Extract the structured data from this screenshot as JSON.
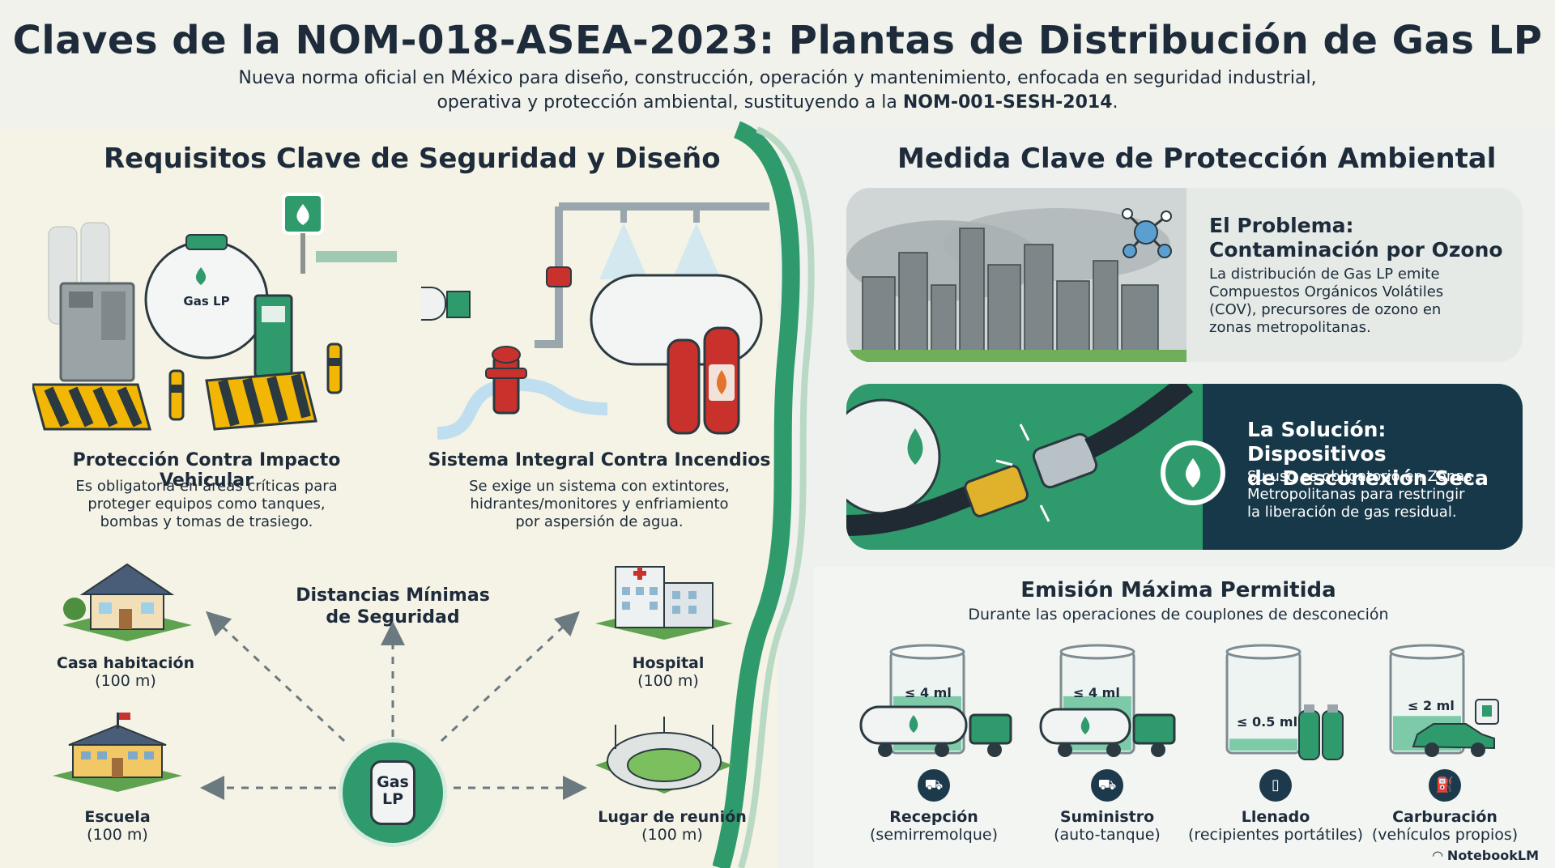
{
  "header": {
    "title": "Claves de la NOM-018-ASEA-2023: Plantas de Distribución de Gas LP",
    "subtitle_line1": "Nueva norma oficial en México para diseño, construcción, operación y mantenimiento, enfocada en seguridad industrial,",
    "subtitle_line2_prefix": "operativa y protección ambiental, sustituyendo a la ",
    "subtitle_line2_bold": "NOM-001-SESH-2014",
    "subtitle_line2_suffix": "."
  },
  "left": {
    "section_title": "Requisitos Clave de Seguridad y Diseño",
    "tank_label": "Gas LP",
    "impact": {
      "title": "Protección Contra Impacto Vehicular",
      "desc_line1": "Es obligatoria en áreas críticas para",
      "desc_line2": "proteger equipos como tanques,",
      "desc_line3": "bombas y tomas de trasiego."
    },
    "fire": {
      "title": "Sistema Integral Contra Incendios",
      "desc_line1": "Se exige un sistema con extintores,",
      "desc_line2": "hidrantes/monitores y enfriamiento",
      "desc_line3": "por aspersión de agua."
    },
    "distances": {
      "title_line1": "Distancias Mínimas",
      "title_line2": "de Seguridad",
      "center_label_line1": "Gas",
      "center_label_line2": "LP",
      "places": [
        {
          "name": "Casa habitación",
          "distance": "(100 m)"
        },
        {
          "name": "Hospital",
          "distance": "(100 m)"
        },
        {
          "name": "Escuela",
          "distance": "(100 m)"
        },
        {
          "name": "Lugar de reunión",
          "distance": "(100 m)"
        }
      ]
    }
  },
  "right": {
    "section_title": "Medida Clave de Protección Ambiental",
    "problem": {
      "head_line1": "El Problema:",
      "head_line2": "Contaminación por Ozono",
      "body_line1": "La distribución de Gas LP emite",
      "body_line2": "Compuestos Orgánicos Volátiles",
      "body_line3": "(COV), precursores de ozono en",
      "body_line4": "zonas metropolitanas."
    },
    "solution": {
      "head_line1": "La Solución: Dispositivos",
      "head_line2": "de Desconexión Seca",
      "body_line1": "Su uso es obligatorio en Zonas",
      "body_line2": "Metropolitanas para restringir",
      "body_line3": "la liberación de gas residual."
    },
    "emission": {
      "title": "Emisión Máxima Permitida",
      "subtitle": "Durante las operaciones de couplones de desconeción",
      "operations": [
        {
          "limit": "≤ 4 ml",
          "name": "Recepción",
          "detail": "(semirremolque)",
          "fill": 0.55
        },
        {
          "limit": "≤ 4 ml",
          "name": "Suministro",
          "detail": "(auto-tanque)",
          "fill": 0.55
        },
        {
          "limit": "≤ 0.5 ml",
          "name": "Llenado",
          "detail": "(recipientes portátiles)",
          "fill": 0.12
        },
        {
          "limit": "≤ 2 ml",
          "name": "Carburación",
          "detail": "(vehículos propios)",
          "fill": 0.35
        }
      ]
    }
  },
  "brand": "NotebookLM",
  "colors": {
    "green": "#2f9a6c",
    "dark_blue": "#173849",
    "navy_text": "#1d2b3a",
    "hazard_yellow": "#f2b705",
    "fire_red": "#c8312c"
  }
}
